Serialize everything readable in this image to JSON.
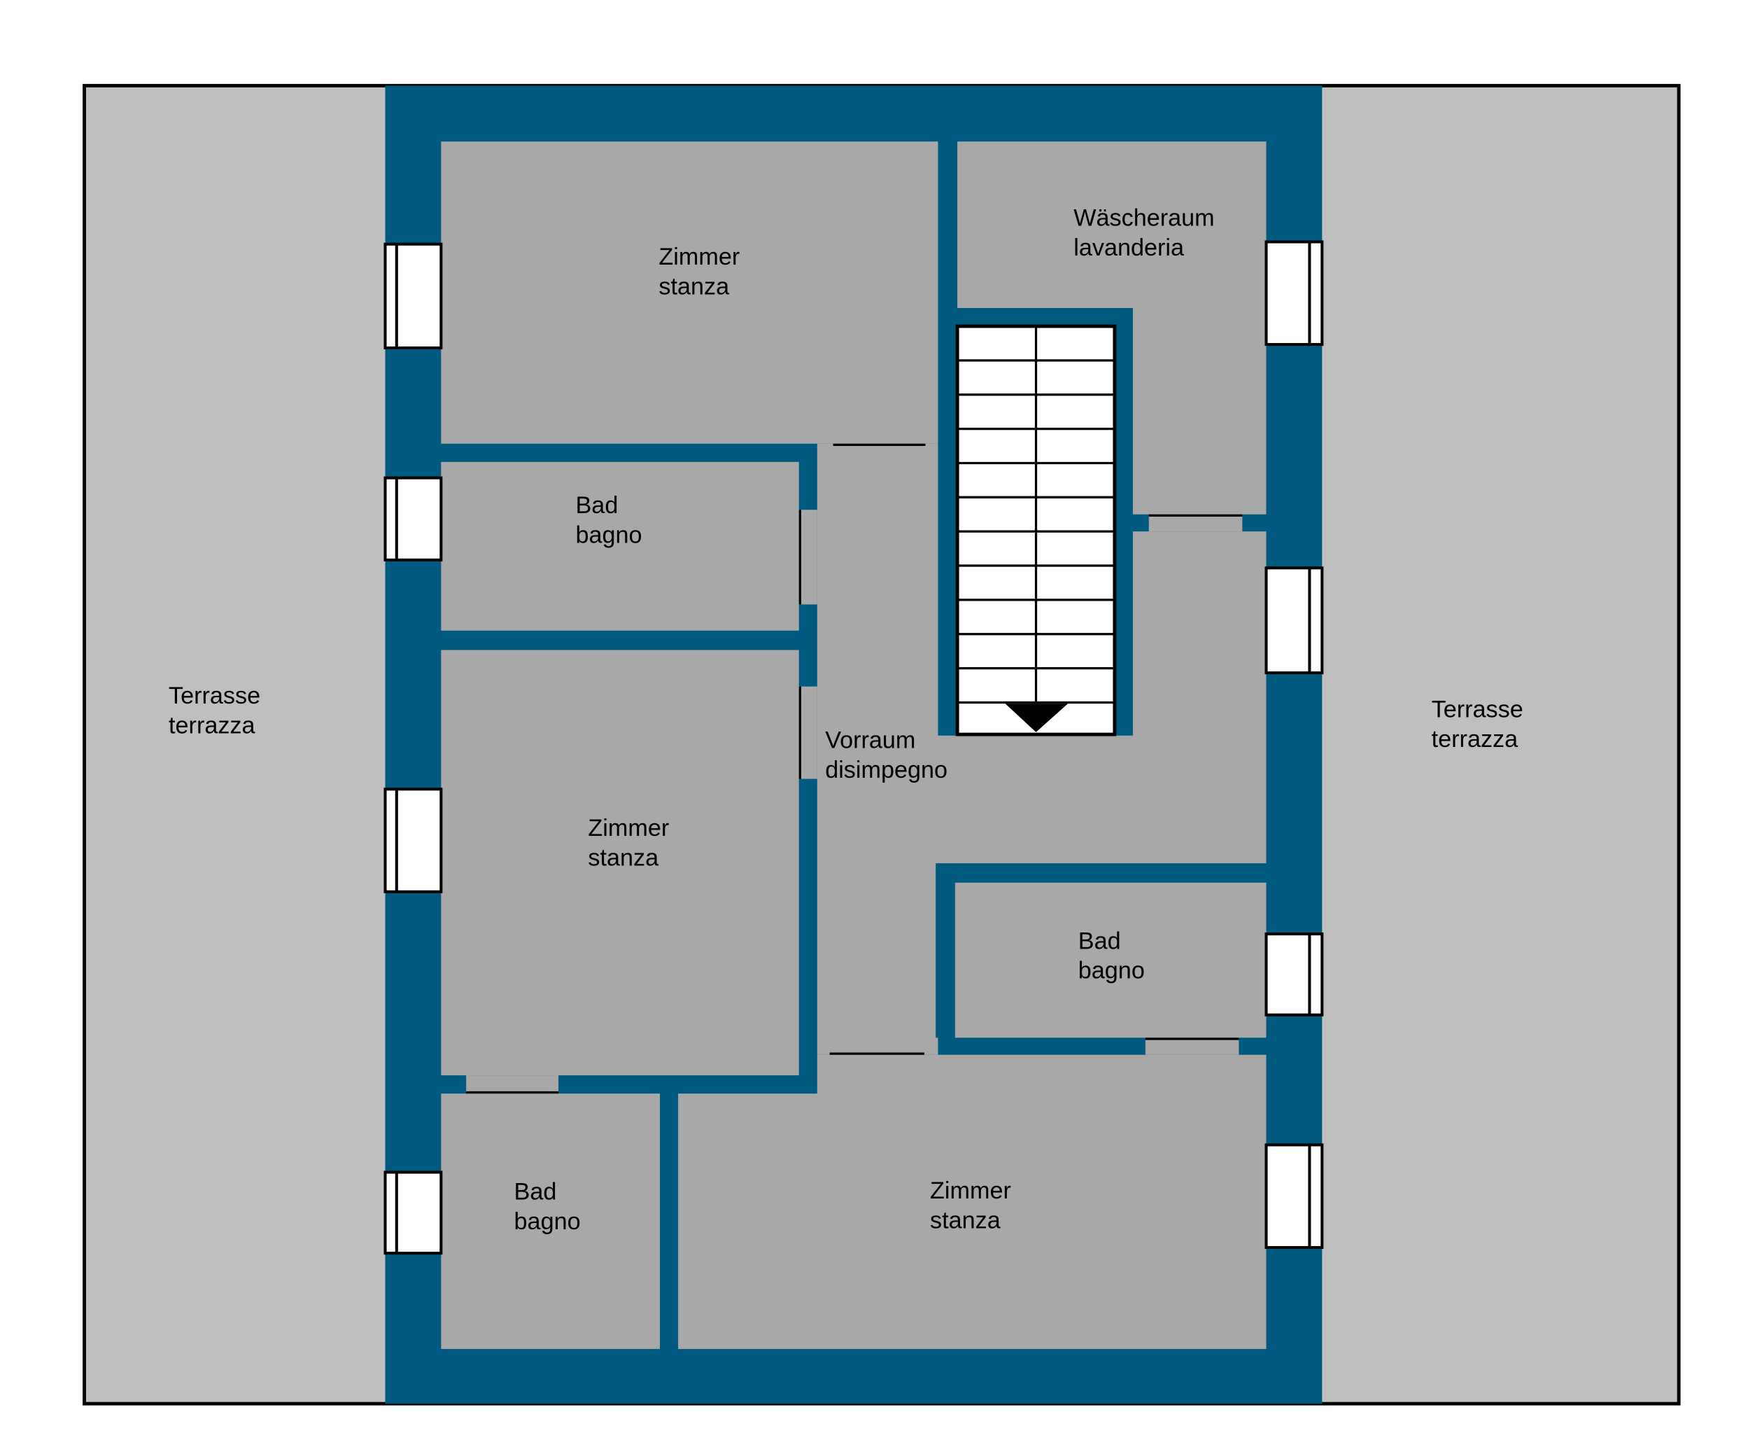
{
  "colors": {
    "wall": "#005a80",
    "room": "#a8a8a8",
    "terrace": "#bfbfbf",
    "stairs": "#ffffff"
  },
  "rooms": {
    "terrace_left": {
      "de": "Terrasse",
      "it": "terrazza"
    },
    "terrace_right": {
      "de": "Terrasse",
      "it": "terrazza"
    },
    "room_top": {
      "de": "Zimmer",
      "it": "stanza"
    },
    "laundry": {
      "de": "Wäscheraum",
      "it": "lavanderia"
    },
    "bath_top_left": {
      "de": "Bad",
      "it": "bagno"
    },
    "room_left": {
      "de": "Zimmer",
      "it": "stanza"
    },
    "hall": {
      "de": "Vorraum",
      "it": "disimpegno"
    },
    "bath_right": {
      "de": "Bad",
      "it": "bagno"
    },
    "bath_bottom_left": {
      "de": "Bad",
      "it": "bagno"
    },
    "room_bottom": {
      "de": "Zimmer",
      "it": "stanza"
    }
  },
  "stairs": {
    "steps": 11,
    "direction": "down"
  }
}
